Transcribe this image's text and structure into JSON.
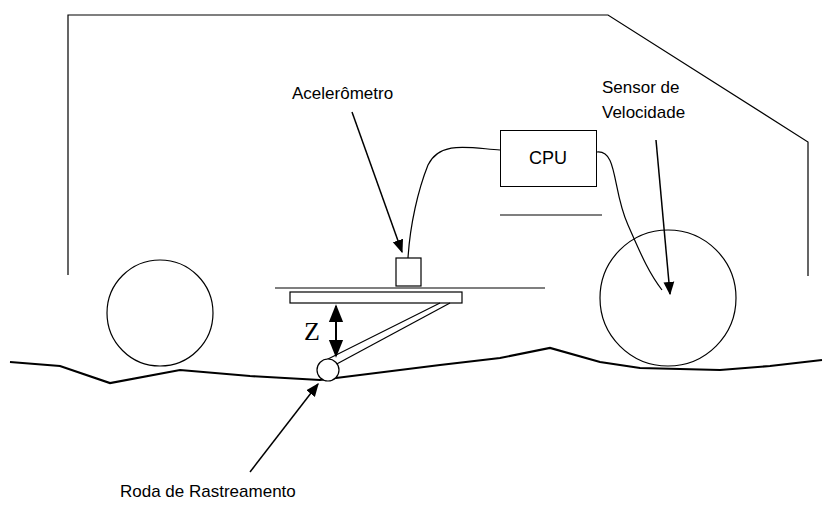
{
  "diagram": {
    "nodes": [
      {
        "text": [
          "CPU"
        ]
      }
    ],
    "labels": [
      "Acelerômetro",
      "Sensor de Velocidade",
      "Z",
      "Roda de Rastreamento"
    ]
  }
}
